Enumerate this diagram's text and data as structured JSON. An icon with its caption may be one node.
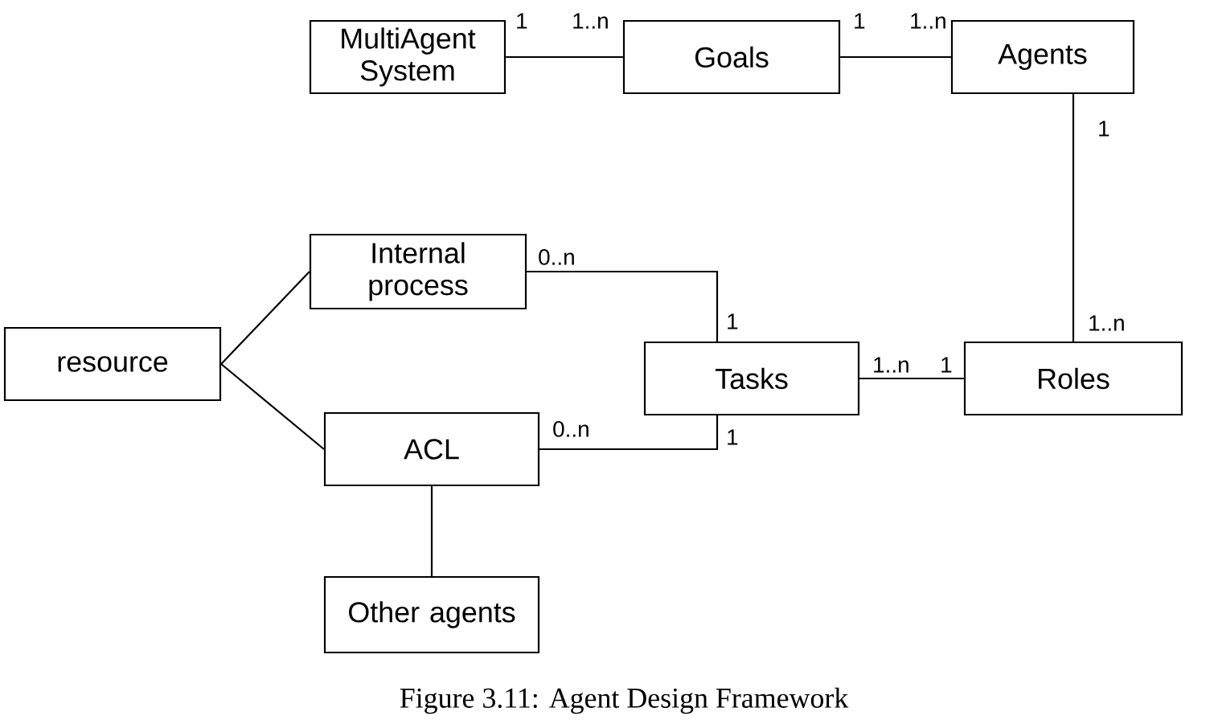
{
  "diagram": {
    "caption": "Figure 3.11: Agent Design Framework",
    "nodes": [
      {
        "text": [
          "MultiAgent System"
        ]
      },
      {
        "text": [
          "Goals"
        ]
      },
      {
        "text": [
          "Agents"
        ]
      },
      {
        "text": [
          "Internal process"
        ]
      },
      {
        "text": [
          "resource"
        ]
      },
      {
        "text": [
          "Tasks"
        ]
      },
      {
        "text": [
          "Roles"
        ]
      },
      {
        "text": [
          "ACL"
        ]
      },
      {
        "text": [
          "Other agents"
        ]
      }
    ],
    "edges": [
      {
        "from": 0,
        "to": 1,
        "arrow": "none"
      },
      {
        "from": 1,
        "to": 2,
        "arrow": "none"
      },
      {
        "from": 2,
        "to": 6,
        "arrow": "none"
      },
      {
        "from": 4,
        "to": 3,
        "arrow": "none"
      },
      {
        "from": 4,
        "to": 7,
        "arrow": "none"
      },
      {
        "from": 3,
        "to": 5,
        "arrow": "none"
      },
      {
        "from": 7,
        "to": 5,
        "arrow": "none"
      },
      {
        "from": 5,
        "to": 6,
        "arrow": "none"
      },
      {
        "from": 7,
        "to": 8,
        "arrow": "none"
      }
    ],
    "labels": [
      "1",
      "1..n",
      "1",
      "1..n",
      "1",
      "0..n",
      "1",
      "1..n",
      "1..n",
      "1",
      "0..n",
      "1"
    ]
  }
}
